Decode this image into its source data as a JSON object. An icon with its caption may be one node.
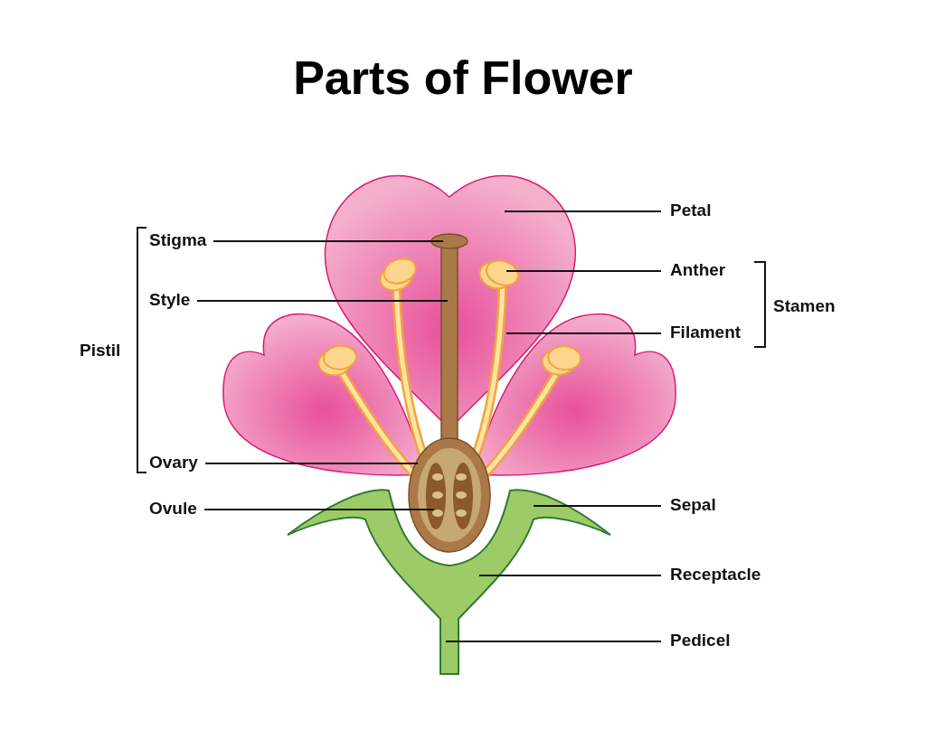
{
  "diagram": {
    "title": "Parts of Flower",
    "nodes": [
      {
        "text": [
          "Stigma"
        ]
      },
      {
        "text": [
          "Style"
        ]
      },
      {
        "text": [
          "Ovary"
        ]
      },
      {
        "text": [
          "Ovule"
        ]
      },
      {
        "text": [
          "Petal"
        ]
      },
      {
        "text": [
          "Anther"
        ]
      },
      {
        "text": [
          "Filament"
        ]
      },
      {
        "text": [
          "Sepal"
        ]
      },
      {
        "text": [
          "Receptacle"
        ]
      },
      {
        "text": [
          "Pedicel"
        ]
      }
    ],
    "edges": [
      {
        "from": 0,
        "to": null,
        "arrow": "none"
      },
      {
        "from": 1,
        "to": null,
        "arrow": "none"
      },
      {
        "from": 2,
        "to": null,
        "arrow": "none"
      },
      {
        "from": 3,
        "to": null,
        "arrow": "none"
      },
      {
        "from": 4,
        "to": null,
        "arrow": "none"
      },
      {
        "from": 5,
        "to": null,
        "arrow": "none"
      },
      {
        "from": 6,
        "to": null,
        "arrow": "none"
      },
      {
        "from": 7,
        "to": null,
        "arrow": "none"
      },
      {
        "from": 8,
        "to": null,
        "arrow": "none"
      },
      {
        "from": 9,
        "to": null,
        "arrow": "none"
      }
    ],
    "labels": [
      "Pistil",
      "Stamen"
    ]
  }
}
